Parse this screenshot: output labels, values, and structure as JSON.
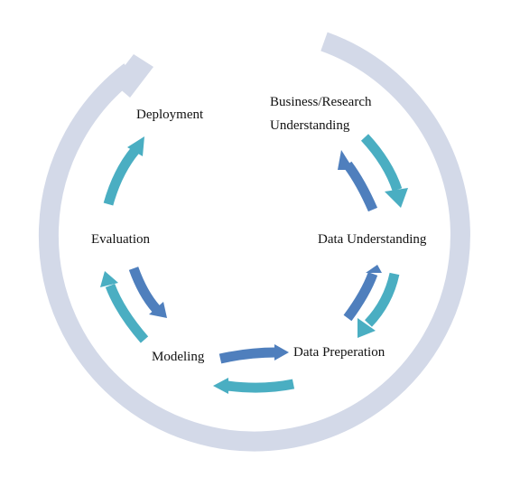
{
  "stages": {
    "business_line1": "Business/Research",
    "business_line2": "Understanding",
    "data_understanding": "Data Understanding",
    "data_preperation": "Data Preperation",
    "modeling": "Modeling",
    "evaluation": "Evaluation",
    "deployment": "Deployment"
  },
  "colors": {
    "outer_ring": "#d3d9e8",
    "arrow_teal": "#4aaec2",
    "arrow_blue": "#4f7fbd"
  }
}
